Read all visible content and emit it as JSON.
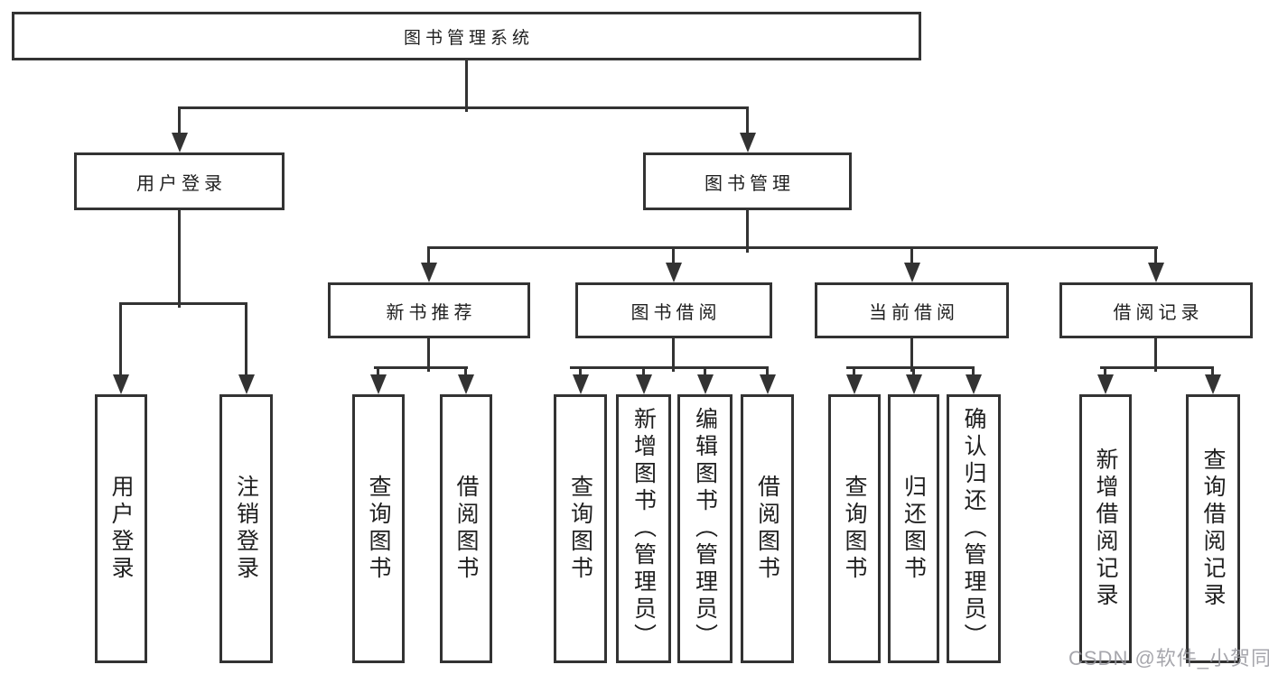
{
  "diagram_type": "hierarchy-tree",
  "colors": {
    "background": "#ffffff",
    "line": "#333333",
    "text": "#1f1f1f",
    "watermark": "#96969e"
  },
  "nodes": {
    "root": "图书管理系统",
    "user_login": "用户登录",
    "book_mgmt": "图书管理",
    "new_book_rec": "新书推荐",
    "book_borrow": "图书借阅",
    "current_borrow": "当前借阅",
    "borrow_record": "借阅记录"
  },
  "leaves": {
    "user_login_leaf": "用户登录",
    "logout_leaf": "注销登录",
    "rec_query_books": "查询图书",
    "rec_borrow_books": "借阅图书",
    "borrow_query_books": "查询图书",
    "borrow_add_books": "新增图书（管理员）",
    "borrow_edit_books": "编辑图书（管理员）",
    "borrow_borrow_books": "借阅图书",
    "cur_query_books": "查询图书",
    "cur_return_books": "归还图书",
    "cur_confirm_return": "确认归还（管理员）",
    "record_add": "新增借阅记录",
    "record_query": "查询借阅记录"
  },
  "watermark": "CSDN @软件_小贺同学"
}
